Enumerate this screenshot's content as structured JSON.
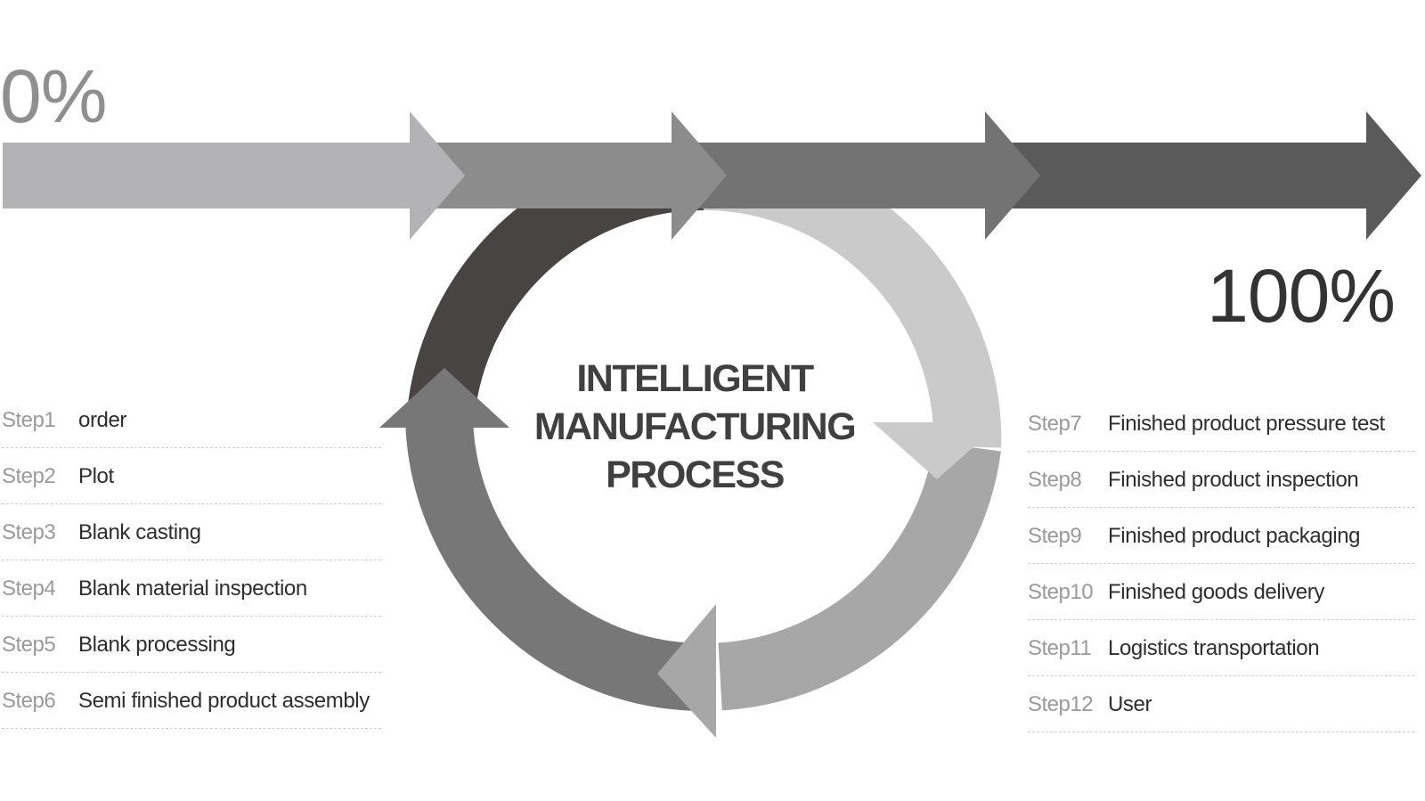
{
  "colors": {
    "background": "#ffffff",
    "arrow_1": "#b3b3b5",
    "arrow_2": "#8c8c8d",
    "arrow_3": "#737373",
    "arrow_4": "#5b5a5a",
    "cycle_dark": "#474443",
    "cycle_light": "#cacaca",
    "cycle_mid": "#a7a7a7",
    "cycle_gray": "#777777",
    "start_text": "#8f8f8f",
    "end_text": "#333333",
    "title_text": "#404040"
  },
  "progress": {
    "start_label": "0%",
    "end_label": "100%"
  },
  "center_title": {
    "line1": "INTELLIGENT",
    "line2": "MANUFACTURING",
    "line3": "PROCESS"
  },
  "steps_left": [
    {
      "number": "Step1",
      "label": "order"
    },
    {
      "number": "Step2",
      "label": "Plot"
    },
    {
      "number": "Step3",
      "label": "Blank casting"
    },
    {
      "number": "Step4",
      "label": "Blank material inspection"
    },
    {
      "number": "Step5",
      "label": "Blank processing"
    },
    {
      "number": "Step6",
      "label": "Semi finished product assembly"
    }
  ],
  "steps_right": [
    {
      "number": "Step7",
      "label": "Finished product pressure test"
    },
    {
      "number": "Step8",
      "label": "Finished product inspection"
    },
    {
      "number": "Step9",
      "label": "Finished product packaging"
    },
    {
      "number": "Step10",
      "label": "Finished goods delivery"
    },
    {
      "number": "Step11",
      "label": "Logistics transportation"
    },
    {
      "number": "Step12",
      "label": "User"
    }
  ]
}
